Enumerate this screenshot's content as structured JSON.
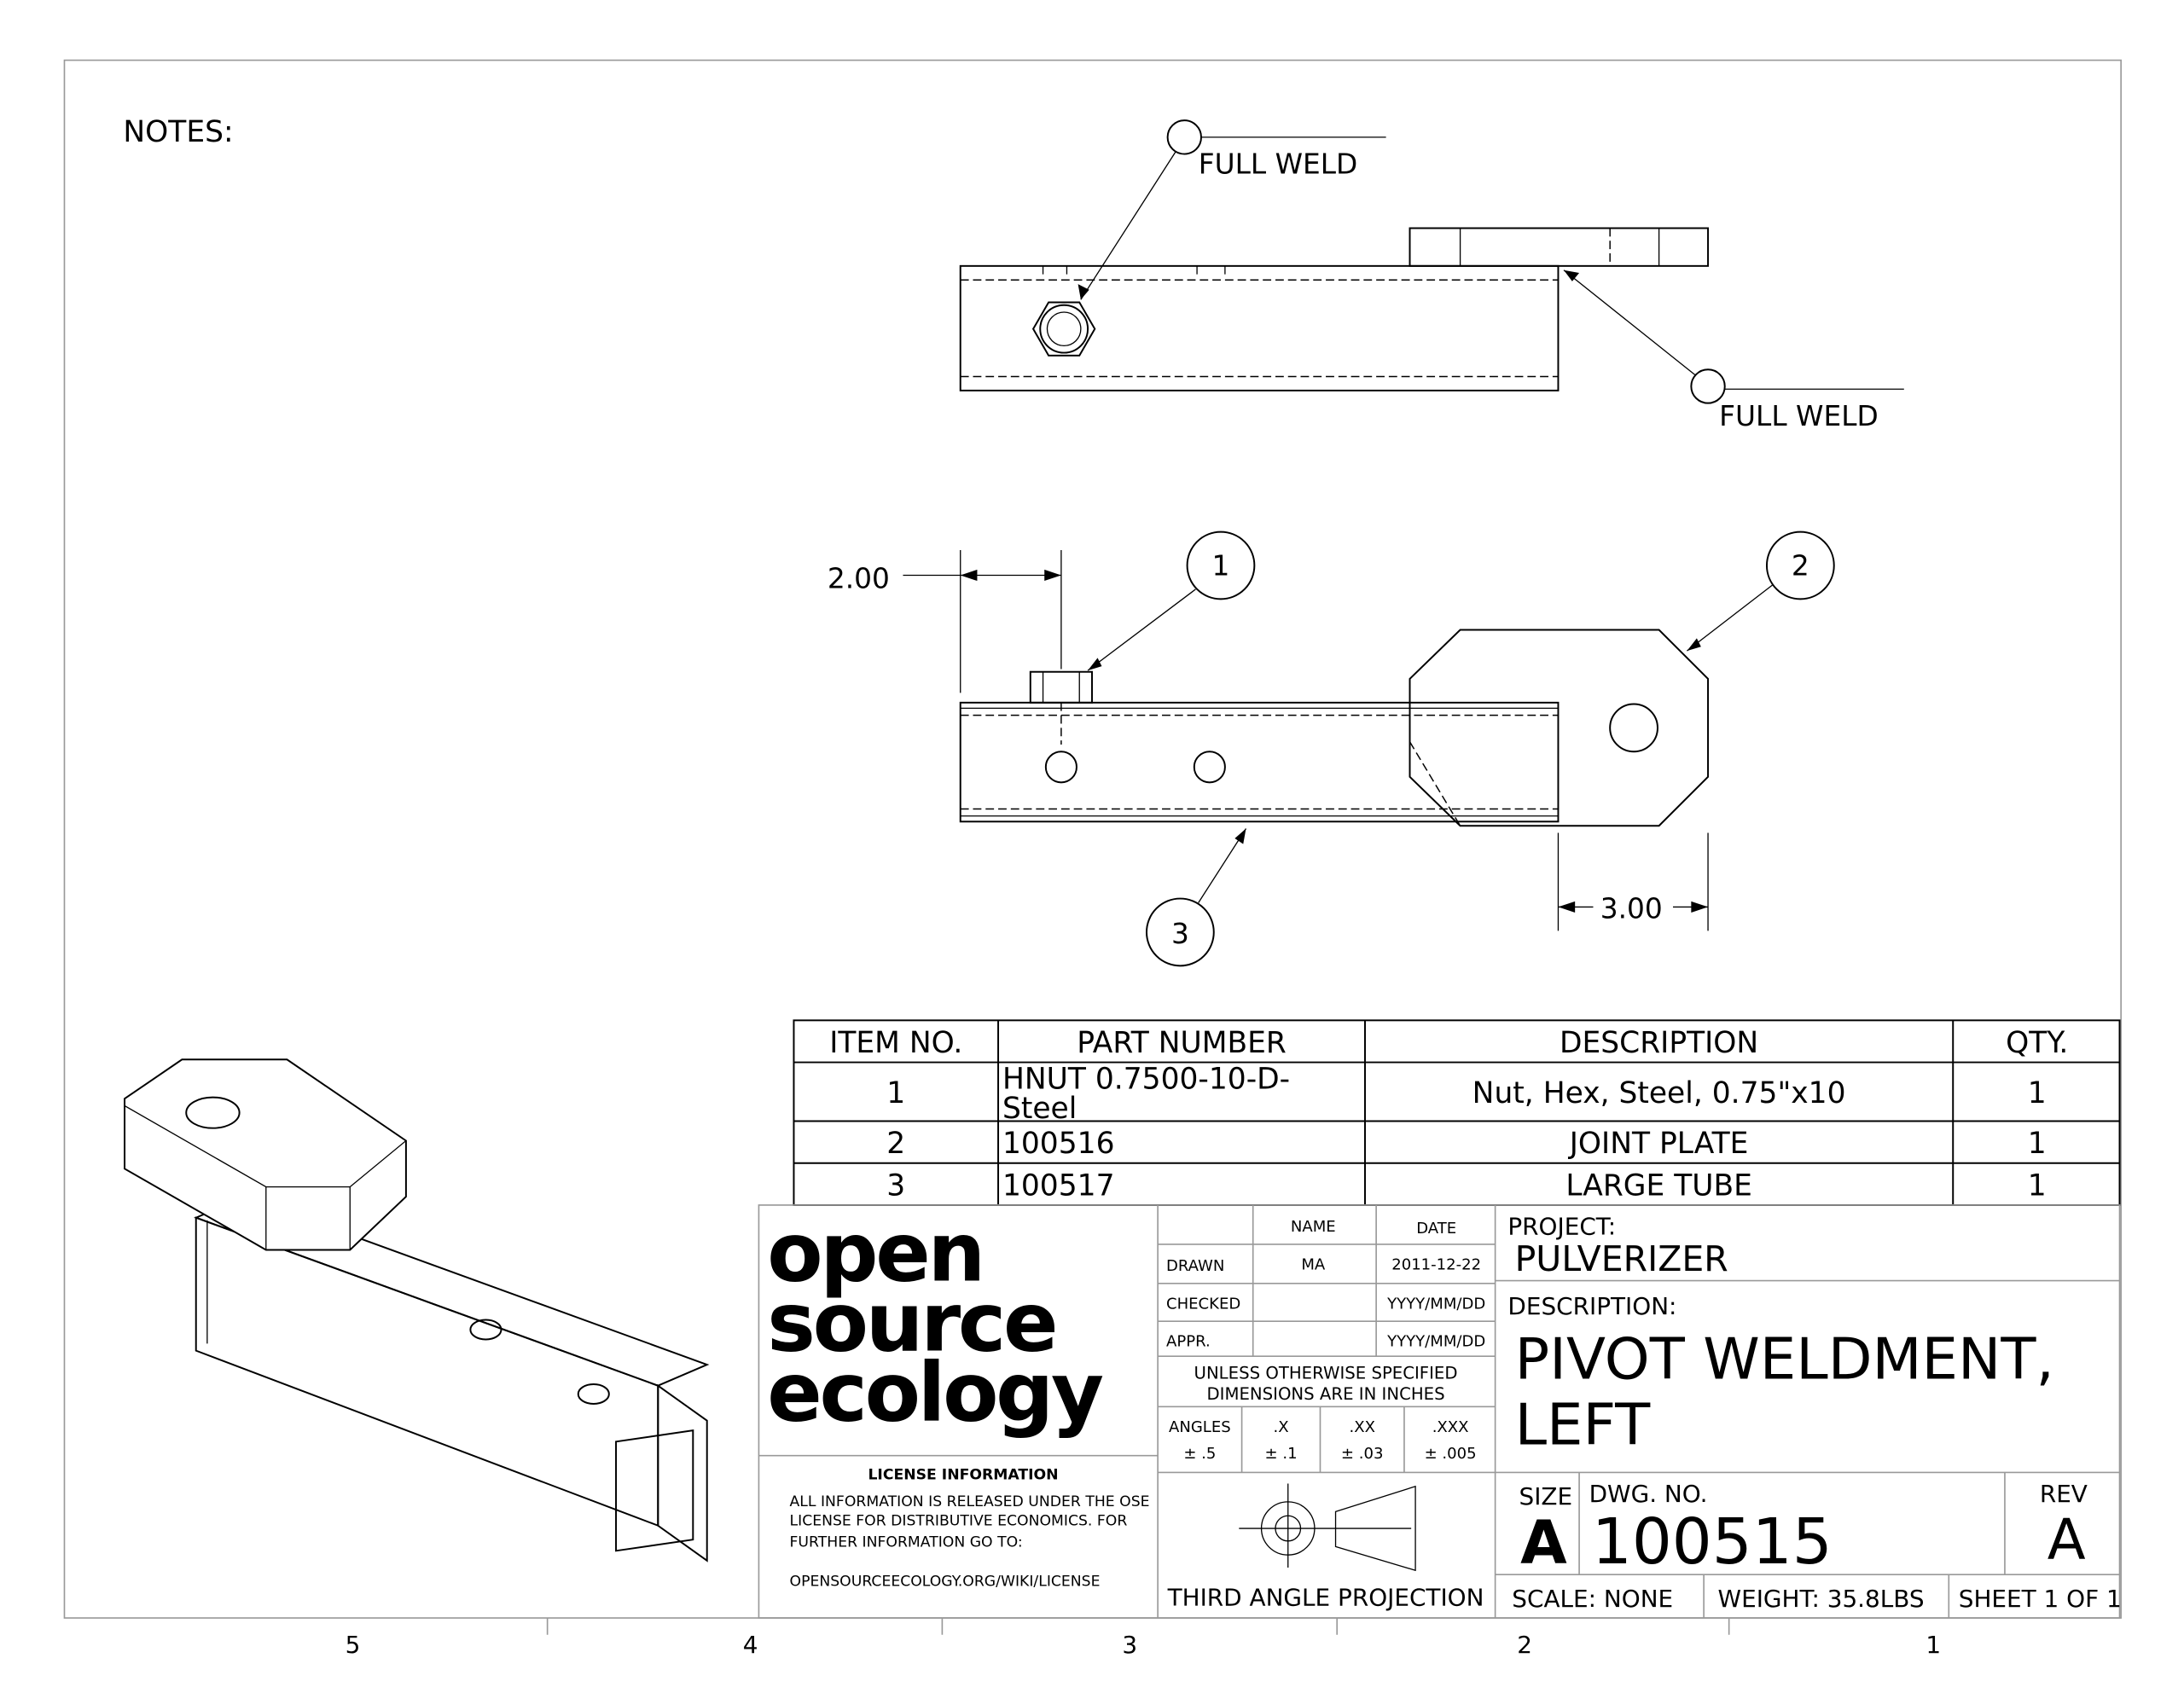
{
  "notes_label": "NOTES:",
  "zones": [
    "5",
    "4",
    "3",
    "2",
    "1"
  ],
  "callouts": {
    "weld_top": "FULL WELD",
    "weld_right": "FULL WELD"
  },
  "dimensions": {
    "nut_offset": "2.00",
    "plate_offset": "3.00"
  },
  "balloons": [
    "1",
    "2",
    "3"
  ],
  "bom": {
    "headers": [
      "ITEM NO.",
      "PART NUMBER",
      "DESCRIPTION",
      "QTY."
    ],
    "rows": [
      {
        "item": "1",
        "part_line1": "HNUT 0.7500-10-D-",
        "part_line2": "Steel",
        "description": "Nut, Hex, Steel, 0.75\"x10",
        "qty": "1"
      },
      {
        "item": "2",
        "part_line1": "100516",
        "description": "JOINT PLATE",
        "qty": "1"
      },
      {
        "item": "3",
        "part_line1": "100517",
        "description": "LARGE TUBE",
        "qty": "1"
      }
    ]
  },
  "logo": {
    "line1": "open",
    "line2": "source",
    "line3": "ecology"
  },
  "license": {
    "title": "LICENSE INFORMATION",
    "line1": "ALL INFORMATION IS RELEASED UNDER THE OSE",
    "line2": "LICENSE FOR DISTRIBUTIVE ECONOMICS. FOR",
    "line3": "FURTHER INFORMATION GO TO:",
    "url": "OPENSOURCEECOLOGY.ORG/WIKI/LICENSE"
  },
  "signoff": {
    "name_header": "NAME",
    "date_header": "DATE",
    "drawn_label": "DRAWN",
    "drawn_name": "MA",
    "drawn_date": "2011-12-22",
    "checked_label": "CHECKED",
    "checked_date": "YYYY/MM/DD",
    "appr_label": "APPR.",
    "appr_date": "YYYY/MM/DD"
  },
  "units_note": {
    "line1": "UNLESS OTHERWISE SPECIFIED",
    "line2": "DIMENSIONS ARE IN INCHES"
  },
  "tolerances": [
    {
      "label": "ANGLES",
      "value": "± .5"
    },
    {
      "label": ".X",
      "value": "± .1"
    },
    {
      "label": ".XX",
      "value": "± .03"
    },
    {
      "label": ".XXX",
      "value": "± .005"
    }
  ],
  "projection_label": "THIRD ANGLE PROJECTION",
  "title_block": {
    "project_label": "PROJECT:",
    "project": "PULVERIZER",
    "description_label": "DESCRIPTION:",
    "description_line1": "PIVOT WELDMENT,",
    "description_line2": "LEFT",
    "size_label": "SIZE",
    "size": "A",
    "dwg_label": "DWG.  NO.",
    "dwg_no": "100515",
    "rev_label": "REV",
    "rev": "A",
    "scale": "SCALE: NONE",
    "weight": "WEIGHT: 35.8LBS",
    "sheet": "SHEET 1 OF 1"
  }
}
